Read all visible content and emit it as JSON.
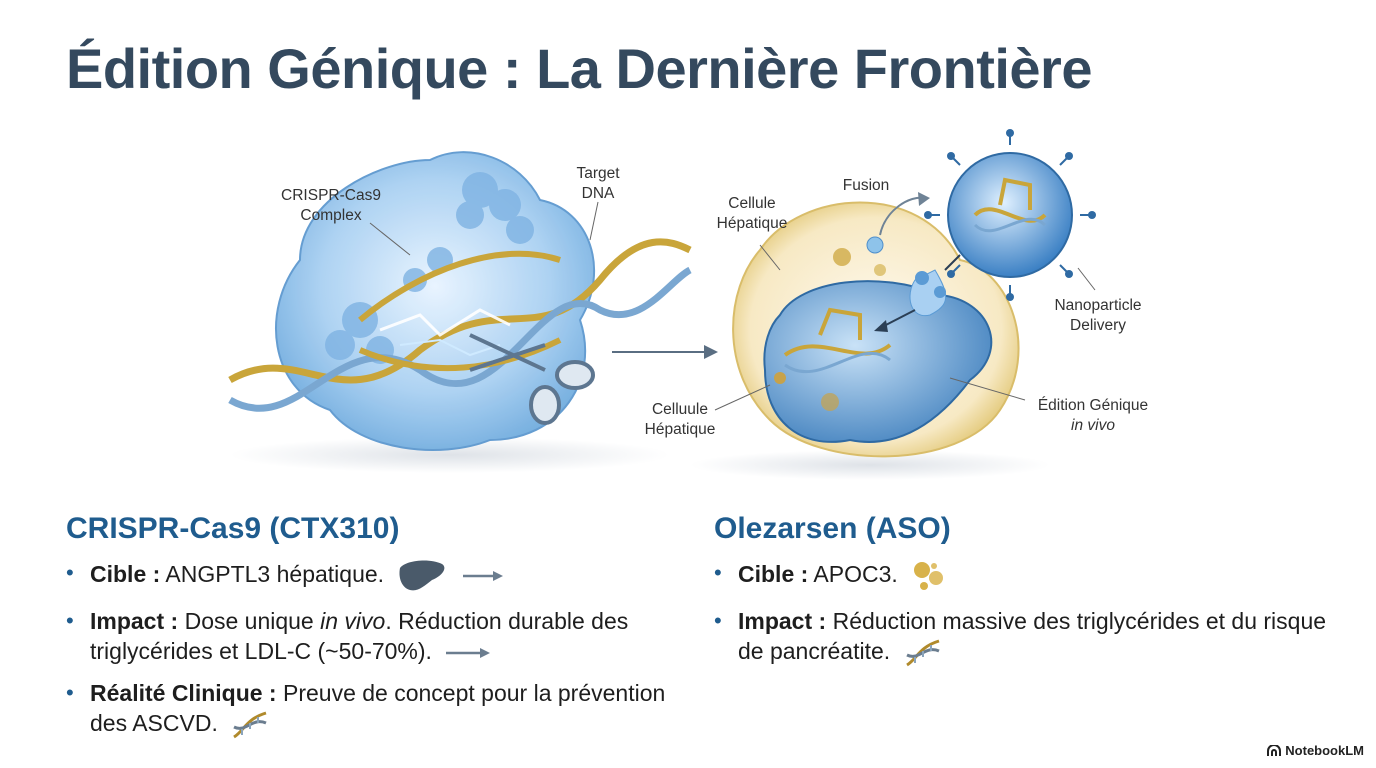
{
  "title": "Édition Génique : La Dernière Frontière",
  "illustration": {
    "labels": {
      "crispr_complex_1": "CRISPR-Cas9",
      "crispr_complex_2": "Complex",
      "target_dna_1": "Target",
      "target_dna_2": "DNA",
      "fusion": "Fusion",
      "cellule_top_1": "Cellule",
      "cellule_top_2": "Hépatique",
      "nanoparticle_1": "Nanoparticle",
      "nanoparticle_2": "Delivery",
      "cellule_bottom_1": "Celluule",
      "cellule_bottom_2": "Hépatique",
      "edition_1": "Édition Génique",
      "edition_2": "in vivo"
    }
  },
  "left": {
    "heading": "CRISPR-Cas9 (CTX310)",
    "items": [
      {
        "label": "Cible :",
        "text": " ANGPTL3 hépatique.",
        "icons": [
          "liver-icon",
          "arrow-icon"
        ]
      },
      {
        "label": "Impact :",
        "text_a": " Dose unique ",
        "em": "in vivo",
        "text_b": ". Réduction durable des triglycérides et LDL-C (~50-70%).",
        "icons": [
          "arrow-icon"
        ]
      },
      {
        "label": "Réalité Clinique :",
        "text": " Preuve de concept pour la prévention des ASCVD.",
        "icons": [
          "dna-icon"
        ]
      }
    ]
  },
  "right": {
    "heading": "Olezarsen (ASO)",
    "items": [
      {
        "label": "Cible :",
        "text": " APOC3.",
        "icons": [
          "lipid-droplets-icon"
        ]
      },
      {
        "label": "Impact :",
        "text": " Réduction massive des triglycérides et du risque de pancréatite.",
        "icons": [
          "dna-icon"
        ]
      }
    ]
  },
  "brand": "NotebookLM",
  "colors": {
    "title": "#34495e",
    "heading": "#1f5c8e",
    "dna_gold": "#c9a53a",
    "cell_blue": "#5b9bd5"
  }
}
